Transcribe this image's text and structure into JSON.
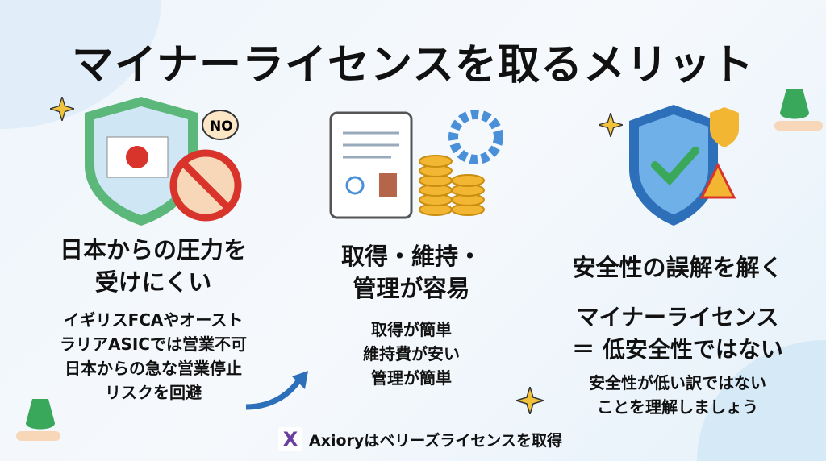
{
  "title": "マイナーライセンスを取るメリット",
  "columns": [
    {
      "heading": [
        "日本からの圧力を",
        "受けにくい"
      ],
      "body": [
        "イギリスFCAやオースト",
        "ラリアASICでは営業不可",
        "日本からの急な営業停止",
        "リスクを回避"
      ],
      "badge": "NO"
    },
    {
      "heading": [
        "取得・維持・",
        "管理が容易"
      ],
      "body": [
        "取得が簡単",
        "維持費が安い",
        "管理が簡単"
      ]
    },
    {
      "heading": [
        "安全性の誤解を解く"
      ],
      "subheading": [
        "マイナーライセンス",
        "＝ 低安全性ではない"
      ],
      "body": [
        "安全性が低い訳ではない",
        "ことを理解しましょう"
      ]
    }
  ],
  "footer": {
    "text": "Axioryはベリーズライセンスを取得",
    "logo": "X"
  },
  "colors": {
    "shield_green": "#5cb87a",
    "shield_blue": "#4a90d9",
    "coin": "#f2b632",
    "no_red": "#d9342b"
  }
}
